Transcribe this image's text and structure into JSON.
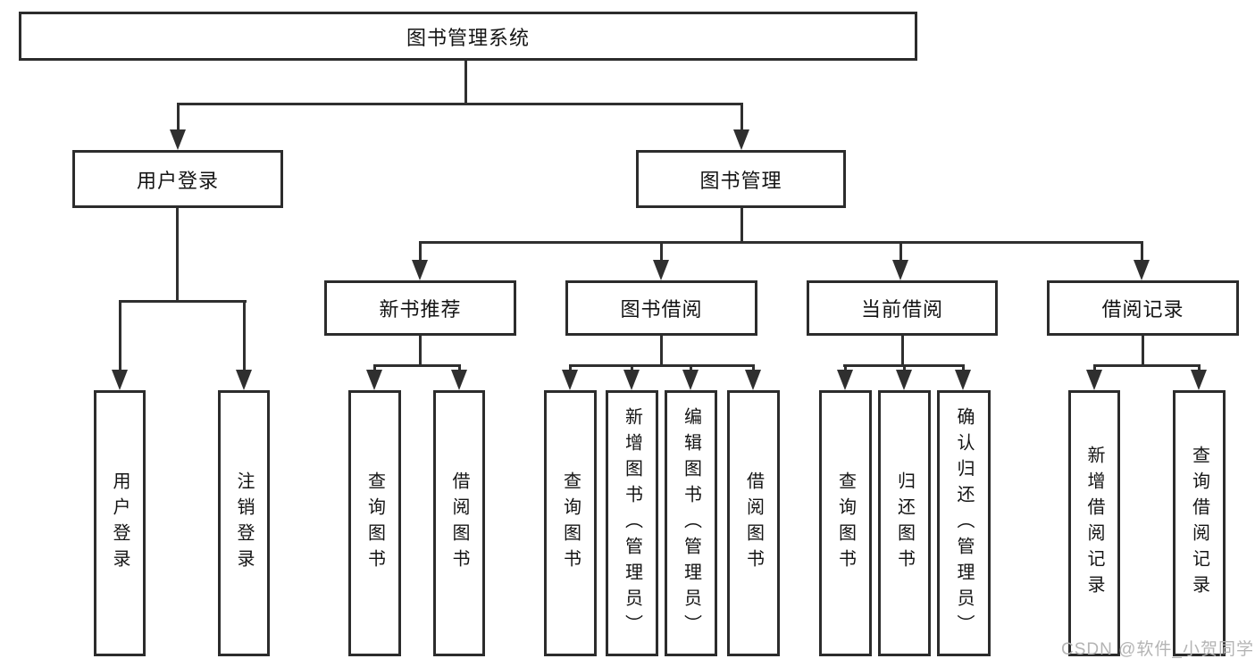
{
  "diagram": {
    "title": "图书管理系统",
    "user_branch": {
      "label": "用户登录",
      "children": [
        "用户登录",
        "注销登录"
      ]
    },
    "book_branch": {
      "label": "图书管理",
      "sections": [
        {
          "label": "新书推荐",
          "children": [
            "查询图书",
            "借阅图书"
          ]
        },
        {
          "label": "图书借阅",
          "children": [
            "查询图书",
            "新增图书（管理员）",
            "编辑图书（管理员）",
            "借阅图书"
          ]
        },
        {
          "label": "当前借阅",
          "children": [
            "查询图书",
            "归还图书",
            "确认归还（管理员）"
          ]
        },
        {
          "label": "借阅记录",
          "children": [
            "新增借阅记录",
            "查询借阅记录"
          ]
        }
      ]
    }
  },
  "watermark": "CSDN @软件_小贺同学",
  "colors": {
    "line": "#2f2f2f",
    "box_border": "#2c2c2c",
    "text": "#141414",
    "watermark": "#b4b4b4",
    "background": "#ffffff"
  }
}
